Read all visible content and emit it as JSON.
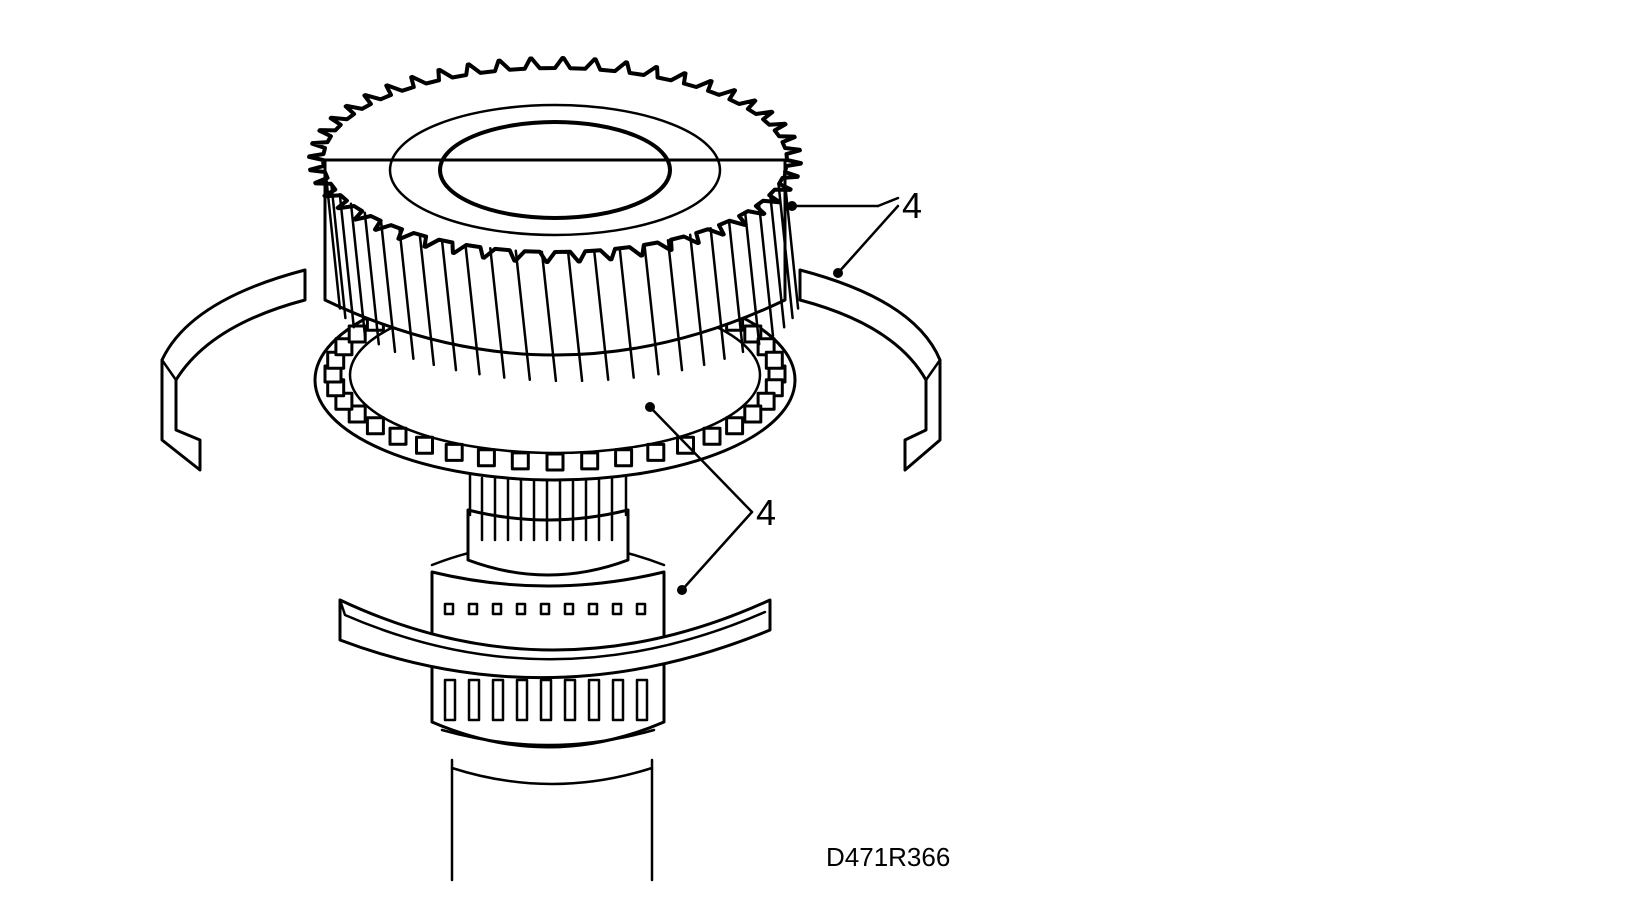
{
  "diagram": {
    "callouts": [
      {
        "id": "upper",
        "text": "4"
      },
      {
        "id": "lower",
        "text": "4"
      }
    ],
    "figure_code": "D471R366",
    "colors": {
      "line": "#000000",
      "background": "#ffffff"
    }
  }
}
